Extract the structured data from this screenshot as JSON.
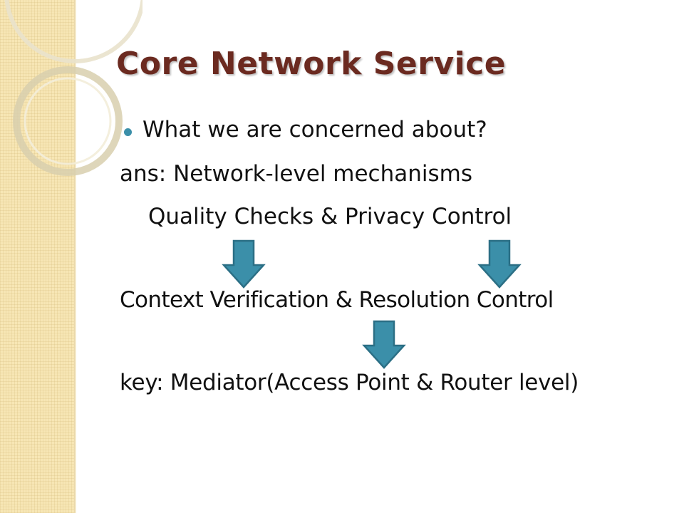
{
  "slide": {
    "title": "Core Network Service",
    "bullet": "What we are concerned about?",
    "answer_line": "ans:  Network-level mechanisms",
    "checks_line": "Quality Checks  &  Privacy Control",
    "context_line": "Context Verification & Resolution Control",
    "key_line": "key:  Mediator(Access Point & Router level)"
  },
  "colors": {
    "title": "#6b2a20",
    "arrow_fill": "#3b8fa9",
    "arrow_stroke": "#2b6f85",
    "bullet": "#3b8fa9",
    "side_band": "#f7e6b5"
  },
  "icons": {
    "arrow_left": "down-arrow-icon",
    "arrow_right": "down-arrow-icon",
    "arrow_center": "down-arrow-icon"
  }
}
